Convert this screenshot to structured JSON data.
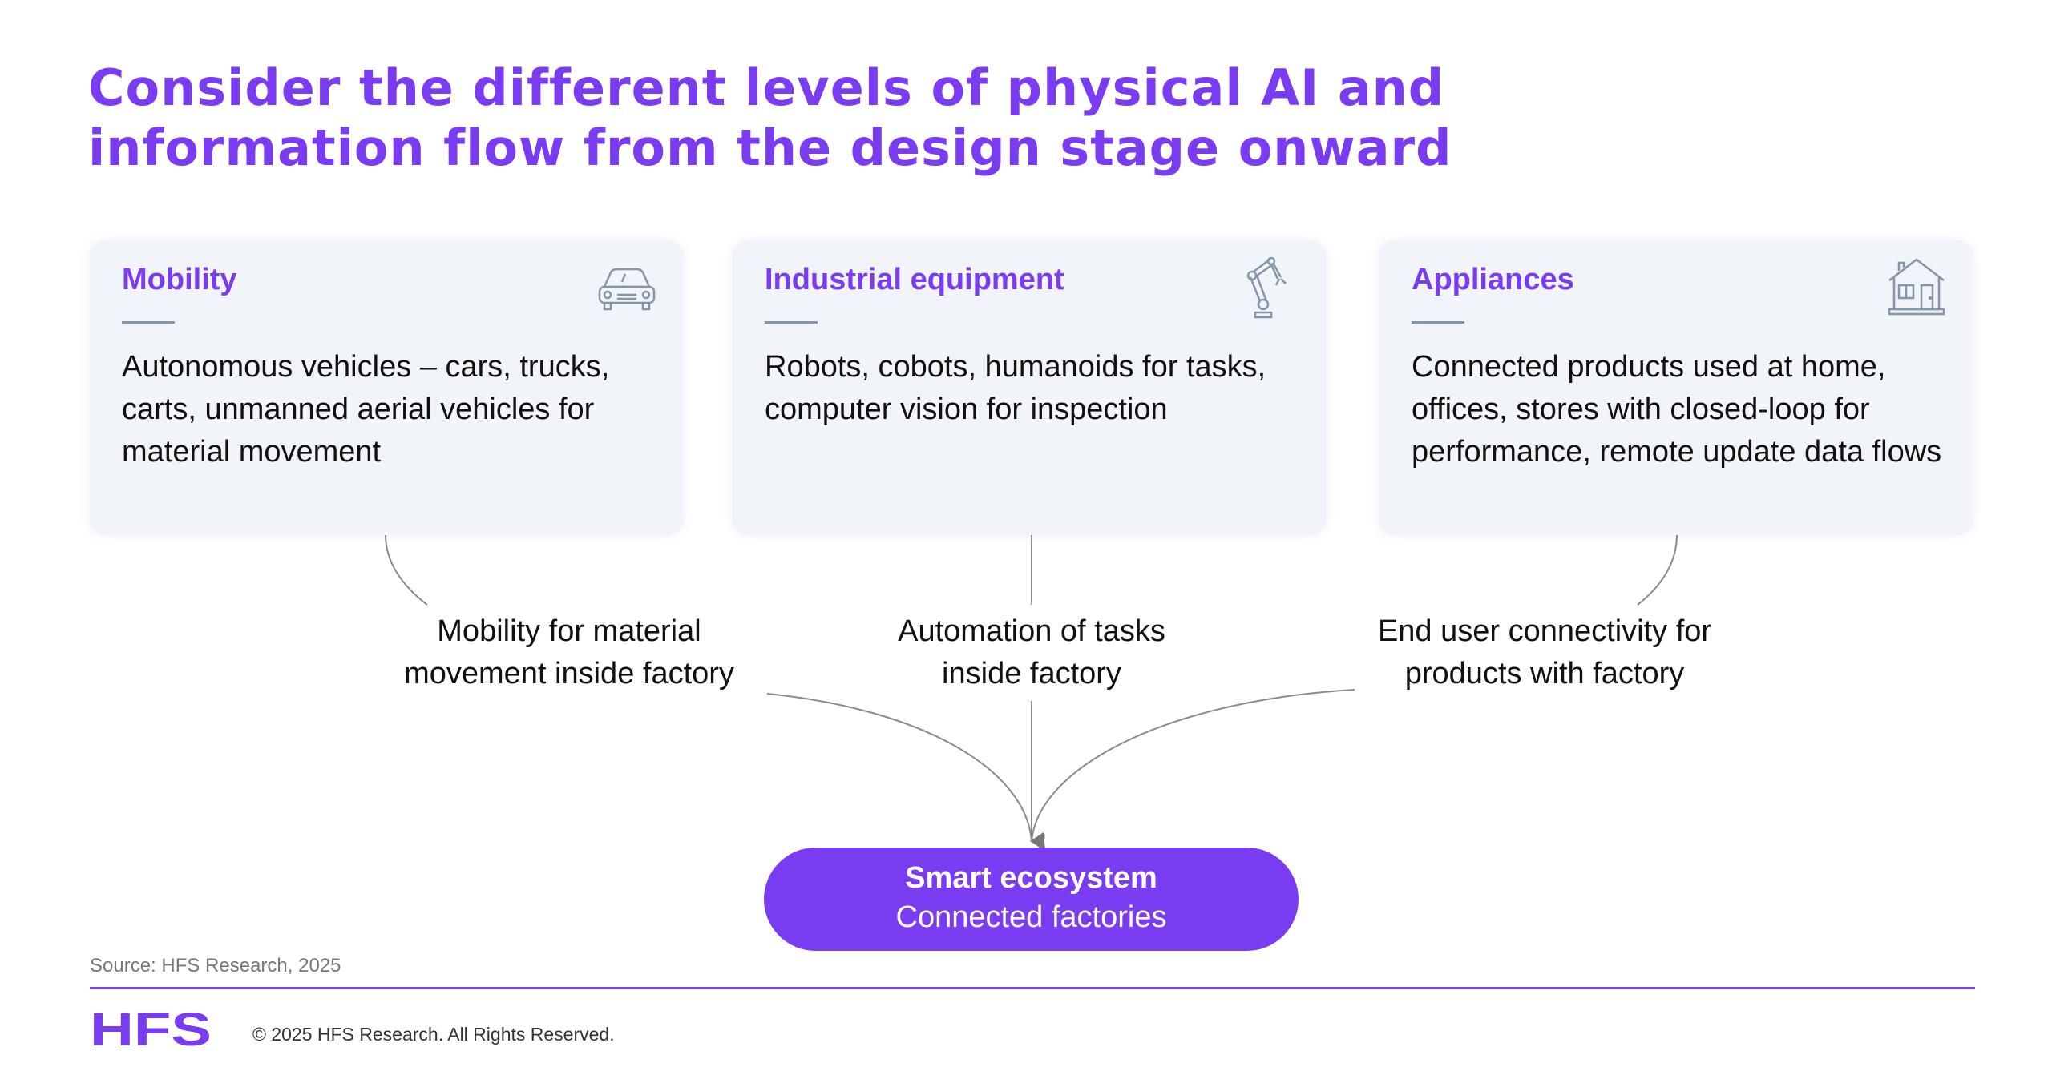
{
  "title": {
    "line1": "Consider the different levels of physical AI and",
    "line2": "information flow from the design stage onward"
  },
  "cards": [
    {
      "heading": "Mobility",
      "body": "Autonomous vehicles – cars, trucks, carts, unmanned aerial vehicles for material movement",
      "icon": "car-icon"
    },
    {
      "heading": "Industrial equipment",
      "body": "Robots, cobots, humanoids for tasks, computer vision for inspection",
      "icon": "robot-arm-icon"
    },
    {
      "heading": "Appliances",
      "body": "Connected products used at home, offices, stores with closed-loop for performance, remote update data flows",
      "icon": "house-icon"
    }
  ],
  "flows": [
    {
      "line1": "Mobility for material",
      "line2": "movement inside factory"
    },
    {
      "line1": "Automation of tasks",
      "line2": "inside factory"
    },
    {
      "line1": "End user connectivity for",
      "line2": "products with factory"
    }
  ],
  "target": {
    "title": "Smart ecosystem",
    "subtitle": "Connected factories"
  },
  "footer": {
    "source": "Source: HFS Research, 2025",
    "logo": "HFS",
    "copyright": "© 2025 HFS Research. All Rights Reserved."
  },
  "colors": {
    "accent": "#7a3cf0",
    "card_bg": "#f1f4f8",
    "icon": "#8595ab"
  }
}
